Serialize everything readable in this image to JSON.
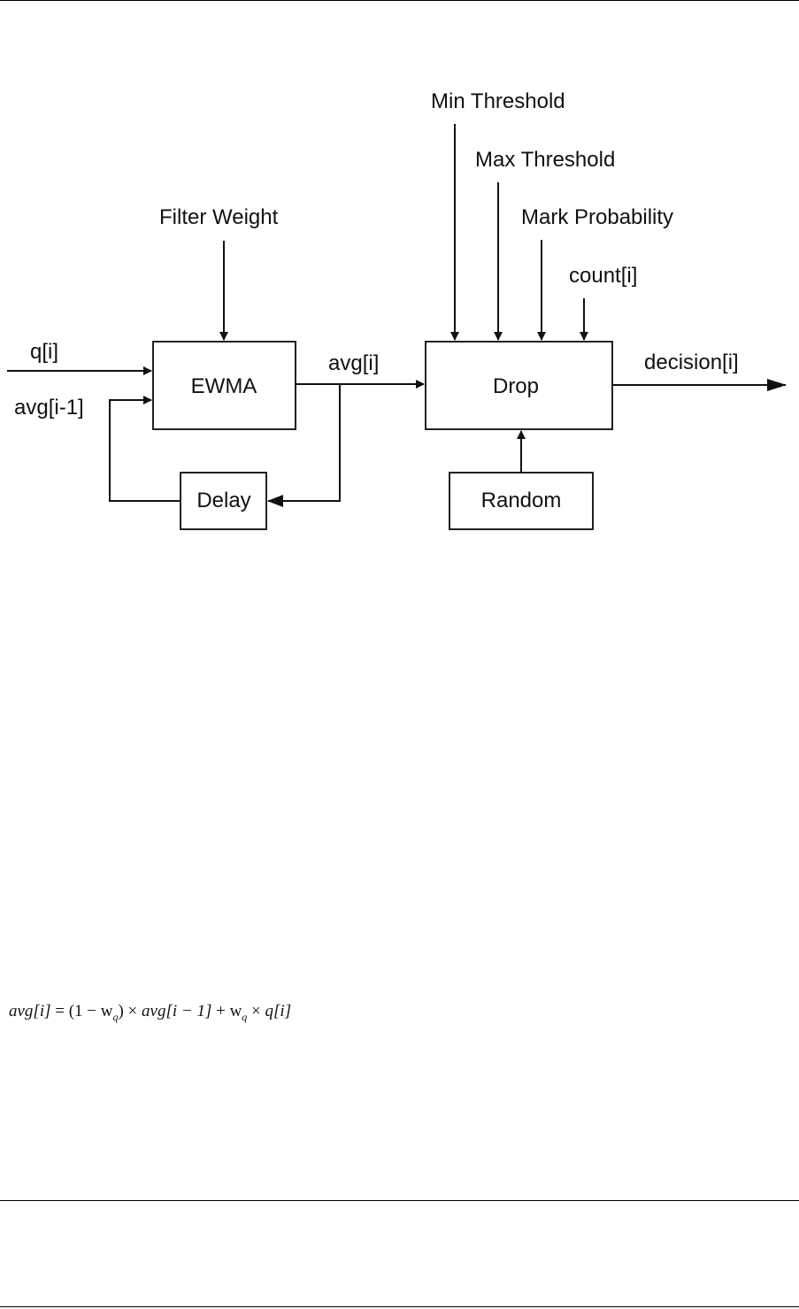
{
  "diagram": {
    "blocks": {
      "ewma": "EWMA",
      "drop": "Drop",
      "delay": "Delay",
      "random": "Random"
    },
    "labels": {
      "input_q": "q[i]",
      "input_avg_prev": "avg[i-1]",
      "filter_weight": "Filter Weight",
      "avg_out": "avg[i]",
      "min_threshold": "Min Threshold",
      "max_threshold": "Max Threshold",
      "mark_probability": "Mark Probability",
      "count": "count[i]",
      "decision": "decision[i]"
    }
  },
  "formula": {
    "lhs": "avg[i]",
    "eq": " = ",
    "p1": "(1 − w",
    "sub_q1": "q",
    "p2": ") × ",
    "t1": "avg[i − 1]",
    "p3": " + w",
    "sub_q2": "q",
    "p4": " × ",
    "t2": "q[i]"
  }
}
